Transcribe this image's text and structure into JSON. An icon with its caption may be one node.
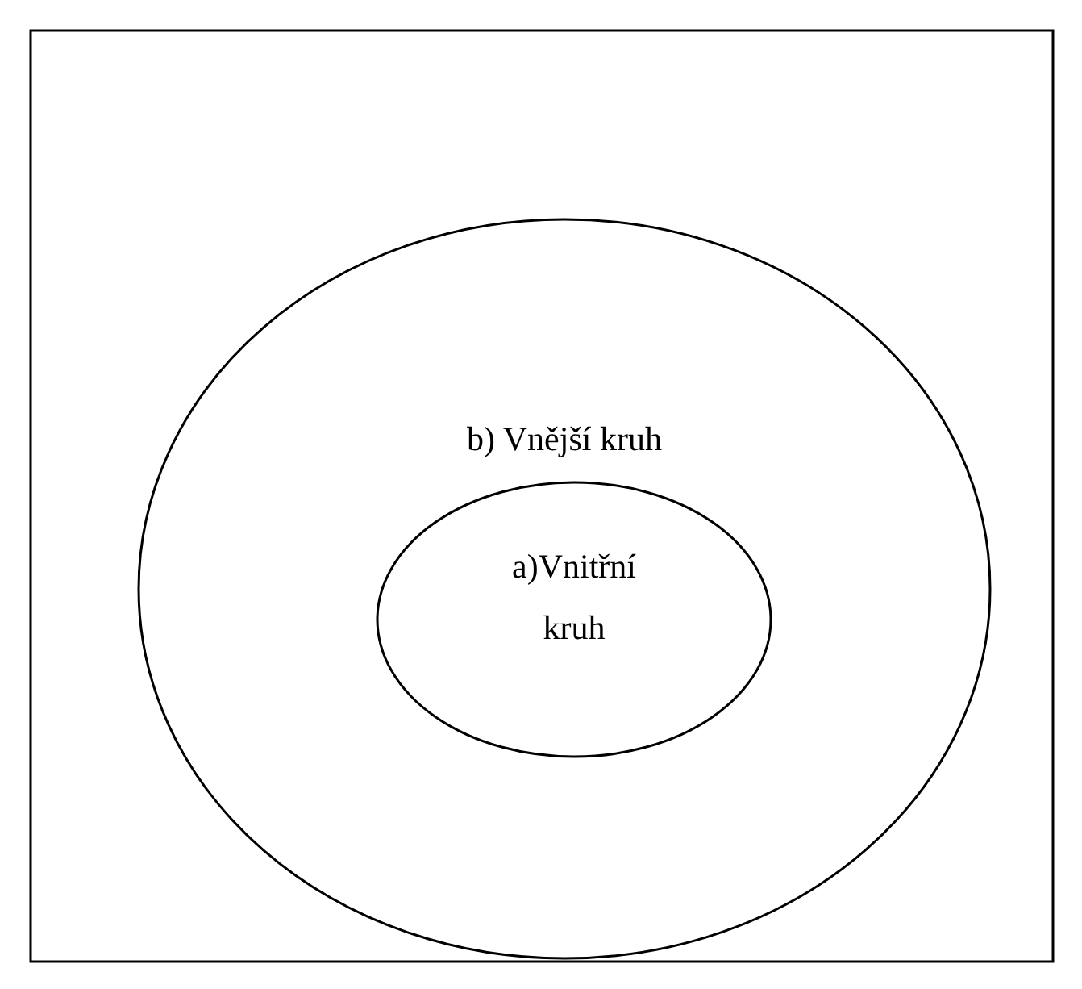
{
  "diagram": {
    "nodes": [
      {
        "text": [],
        "shape": "box"
      },
      {
        "text": [
          "b) Vnější kruh"
        ],
        "in": 0
      },
      {
        "text": [
          "a)Vnitřní kruh"
        ],
        "in": 1
      }
    ],
    "edges": []
  }
}
